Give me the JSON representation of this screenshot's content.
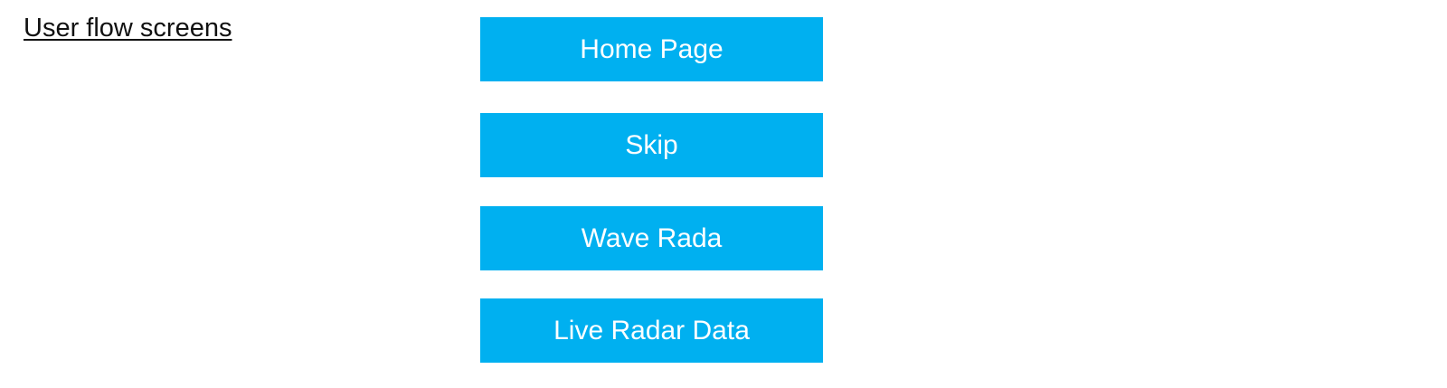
{
  "title": "User flow screens",
  "accent_color": "#00b0f0",
  "screens": [
    {
      "label": "Home Page"
    },
    {
      "label": "Skip"
    },
    {
      "label": "Wave Rada"
    },
    {
      "label": "Live Radar Data"
    }
  ]
}
